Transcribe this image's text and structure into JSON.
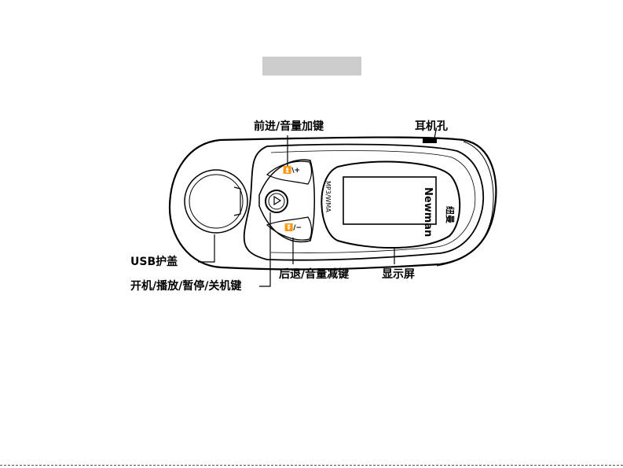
{
  "labels": {
    "volume_up": "前进/音量加键",
    "headphone_jack": "耳机孔",
    "usb_cover": "USB护盖",
    "power_play": "开机/播放/暂停/关机键",
    "volume_down": "后退/音量减键",
    "display": "显示屏"
  },
  "device": {
    "brand": "Newman",
    "brand_cn": "纽曼",
    "model": "MP3/WMA",
    "vol_up_glyph": "⏫\\+",
    "vol_down_glyph": "⏬/−"
  },
  "colors": {
    "header_bar": "#cccccc",
    "outline": "#000000",
    "lcd": "#ffffff"
  }
}
